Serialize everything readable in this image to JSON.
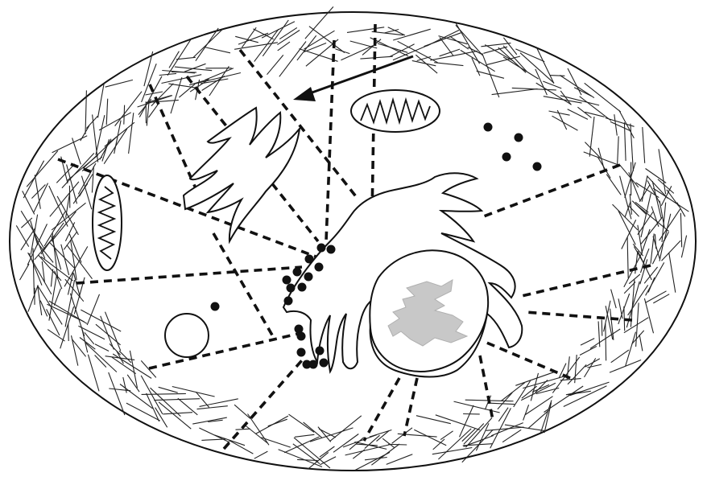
{
  "figure": {
    "description_free": true,
    "colors": {
      "stroke": "#111111",
      "background": "#ffffff",
      "chromatin": "#c8c8c8"
    },
    "elements": [
      "cell-wall",
      "cortical-fibers",
      "cytoplasmic-strands",
      "golgi-body",
      "mitochondrion",
      "vesicle",
      "dense-granules",
      "nucleus",
      "chromatin",
      "arrow"
    ]
  }
}
